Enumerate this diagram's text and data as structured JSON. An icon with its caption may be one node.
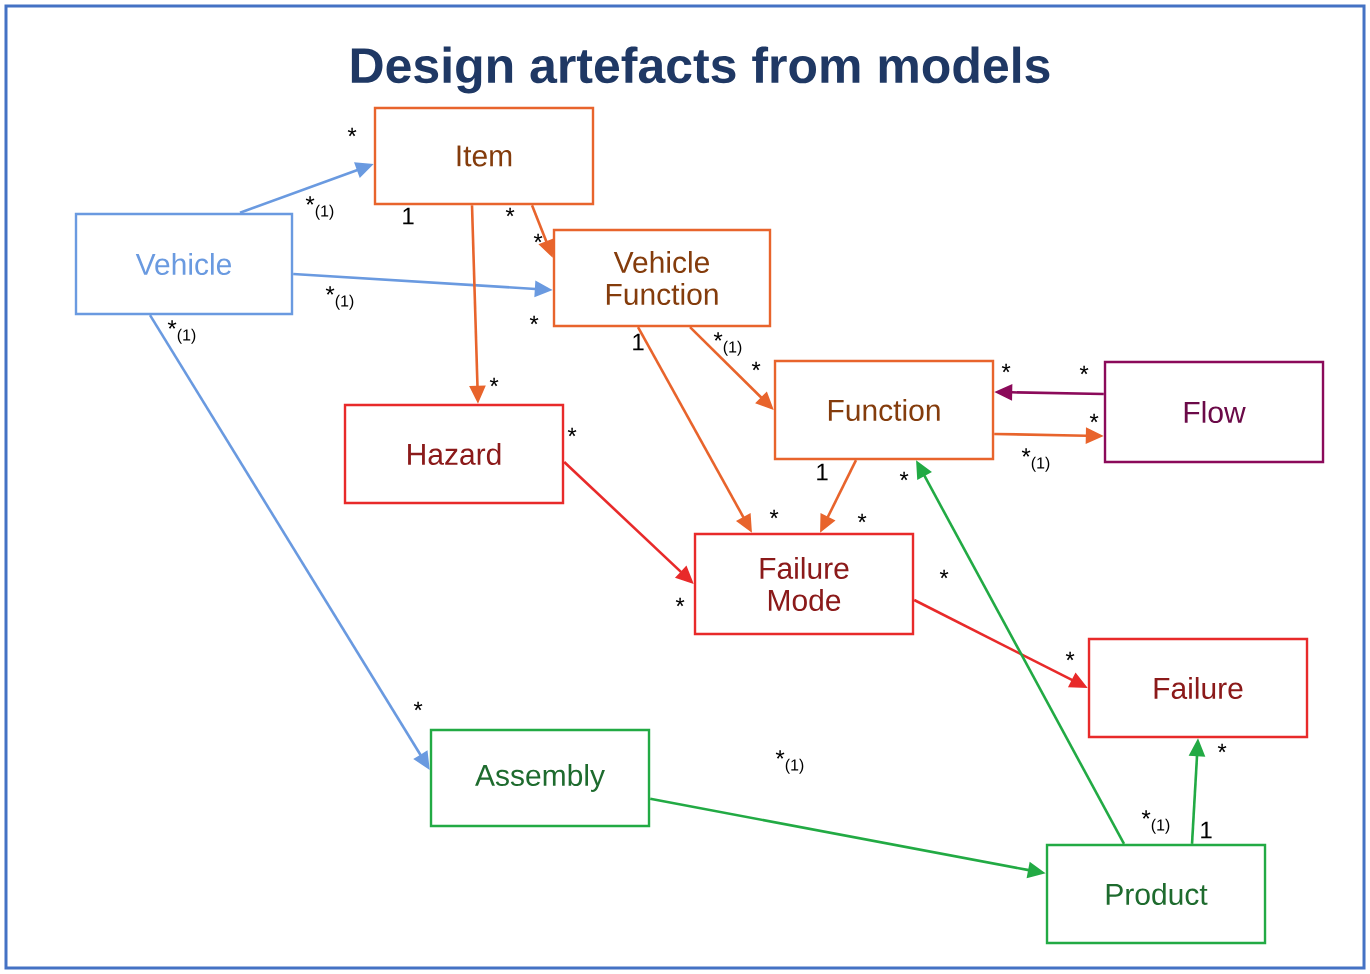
{
  "diagram": {
    "title": "Design artefacts from models",
    "nodes": [
      {
        "text": [
          "Item"
        ]
      },
      {
        "text": [
          "Vehicle"
        ]
      },
      {
        "text": [
          "Vehicle Function"
        ]
      },
      {
        "text": [
          "Function"
        ]
      },
      {
        "text": [
          "Flow"
        ]
      },
      {
        "text": [
          "Hazard"
        ]
      },
      {
        "text": [
          "Failure Mode"
        ]
      },
      {
        "text": [
          "Failure"
        ]
      },
      {
        "text": [
          "Assembly"
        ]
      },
      {
        "text": [
          "Product"
        ]
      }
    ],
    "edges": [
      {
        "from": 1,
        "to": 0,
        "arrow": "to",
        "color": "#6a9ae0"
      },
      {
        "from": 1,
        "to": 2,
        "arrow": "to",
        "color": "#6a9ae0"
      },
      {
        "from": 1,
        "to": 8,
        "arrow": "to",
        "color": "#6a9ae0"
      },
      {
        "from": 0,
        "to": 2,
        "arrow": "to"
      },
      {
        "from": 0,
        "to": 5,
        "arrow": "to"
      },
      {
        "from": 2,
        "to": 3,
        "arrow": "to"
      },
      {
        "from": 2,
        "to": 6,
        "arrow": "to"
      },
      {
        "from": 3,
        "to": 6,
        "arrow": "to"
      },
      {
        "from": 3,
        "to": 4,
        "arrow": "to"
      },
      {
        "from": 4,
        "to": 3,
        "arrow": "to",
        "color": "#8b0a5a"
      },
      {
        "from": 5,
        "to": 6,
        "arrow": "to",
        "color": "#e82a2a"
      },
      {
        "from": 6,
        "to": 7,
        "arrow": "to",
        "color": "#e82a2a"
      },
      {
        "from": 8,
        "to": 9,
        "arrow": "to",
        "color": "#22aa44"
      },
      {
        "from": 9,
        "to": 3,
        "arrow": "to",
        "color": "#22aa44"
      },
      {
        "from": 9,
        "to": 7,
        "arrow": "to",
        "color": "#22aa44"
      }
    ],
    "labels": [
      "*",
      "*$_{(1)}$",
      "1",
      "*",
      "*",
      "*$_{(1)}$",
      "*",
      "*$_{(1)}$",
      "1",
      "*$_{(1)}$",
      "*",
      "*",
      "*",
      "*",
      "*$_{(1)}$",
      "*",
      "*",
      "1",
      "*",
      "*",
      "*",
      "*",
      "*",
      "*",
      "*",
      "*$_{(1)}$",
      "*$_{(1)}$",
      "*",
      "1"
    ]
  }
}
